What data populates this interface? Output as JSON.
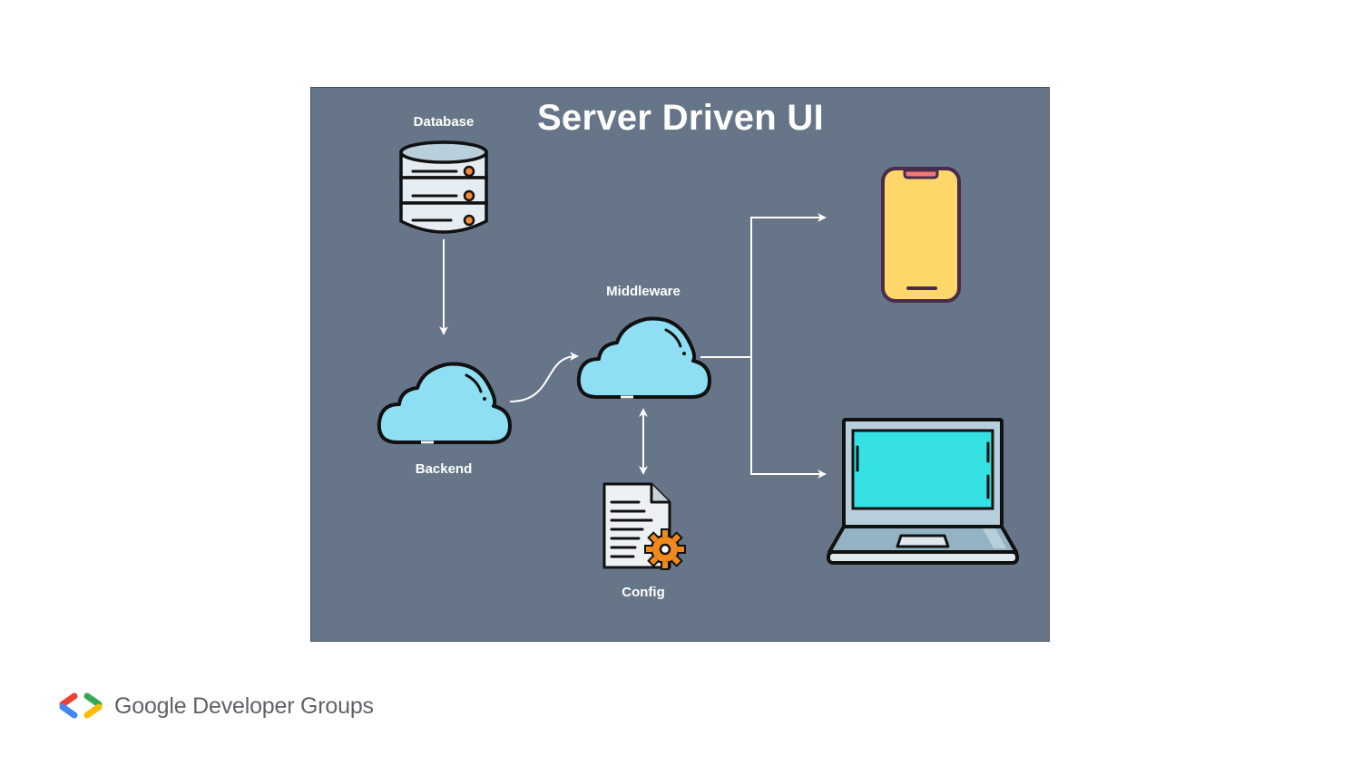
{
  "diagram": {
    "title": "Server Driven UI",
    "background_color": "#667587",
    "nodes": {
      "database": {
        "label": "Database",
        "icon": "database-icon"
      },
      "backend": {
        "label": "Backend",
        "icon": "cloud-icon"
      },
      "middleware": {
        "label": "Middleware",
        "icon": "cloud-icon"
      },
      "config": {
        "label": "Config",
        "icon": "config-file-gear-icon"
      },
      "phone": {
        "label": "",
        "icon": "smartphone-icon"
      },
      "laptop": {
        "label": "",
        "icon": "laptop-icon"
      }
    },
    "edges": [
      {
        "from": "database",
        "to": "backend",
        "direction": "one-way"
      },
      {
        "from": "backend",
        "to": "middleware",
        "direction": "one-way"
      },
      {
        "from": "middleware",
        "to": "config",
        "direction": "two-way"
      },
      {
        "from": "middleware",
        "to": "phone",
        "direction": "one-way"
      },
      {
        "from": "middleware",
        "to": "laptop",
        "direction": "one-way"
      }
    ]
  },
  "footer": {
    "brand_text": "Google Developer Groups",
    "logo_icon": "google-developer-groups-logo-icon",
    "logo_colors": [
      "#ea4335",
      "#4285f4",
      "#34a853",
      "#fbbc04"
    ]
  }
}
